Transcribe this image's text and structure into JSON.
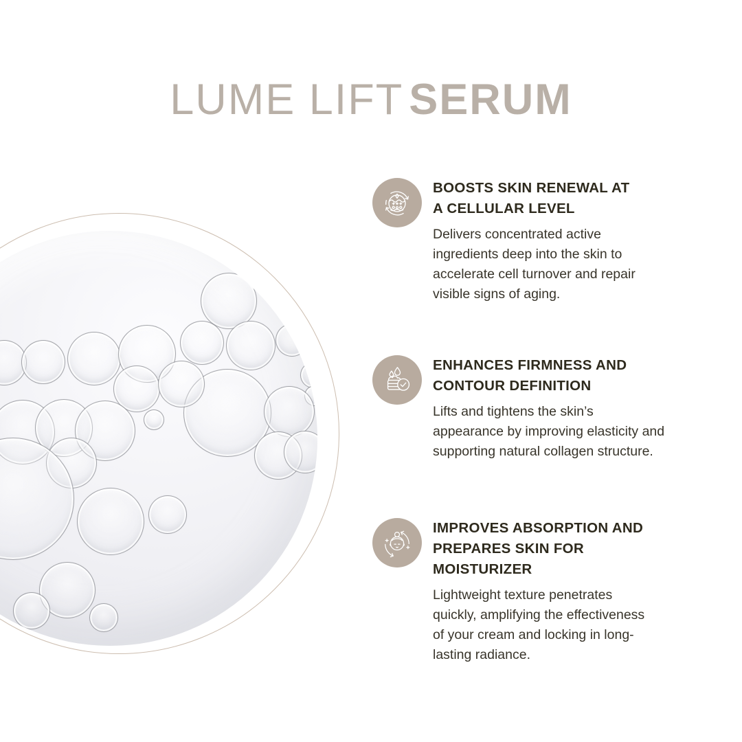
{
  "title": {
    "regular": "LUME LIFT",
    "bold": "SERUM"
  },
  "colors": {
    "title_text": "#b9b0a7",
    "heading_text": "#2e2a1d",
    "body_text": "#38342a",
    "icon_circle_fill": "#b8ab9f",
    "photo_ring": "#ac947e",
    "photo_background": "#efeff2"
  },
  "features": [
    {
      "icon": "cell-renewal-cycle-icon",
      "heading": "BOOSTS SKIN RENEWAL AT\nA CELLULAR LEVEL",
      "body": "Delivers concentrated active\ningredients deep into the skin to\naccelerate cell turnover and repair\nvisible signs of aging."
    },
    {
      "icon": "cream-jar-check-icon",
      "heading": "ENHANCES FIRMNESS AND\nCONTOUR DEFINITION",
      "body": "Lifts and tightens the skin’s\nappearance by improving elasticity and\nsupporting natural collagen structure."
    },
    {
      "icon": "facial-absorption-icon",
      "heading": "IMPROVES ABSORPTION AND\nPREPARES SKIN FOR\nMOISTURIZER",
      "body": "Lightweight texture penetrates\nquickly, amplifying the effectiveness\nof your cream and locking in long-\nlasting radiance."
    }
  ]
}
